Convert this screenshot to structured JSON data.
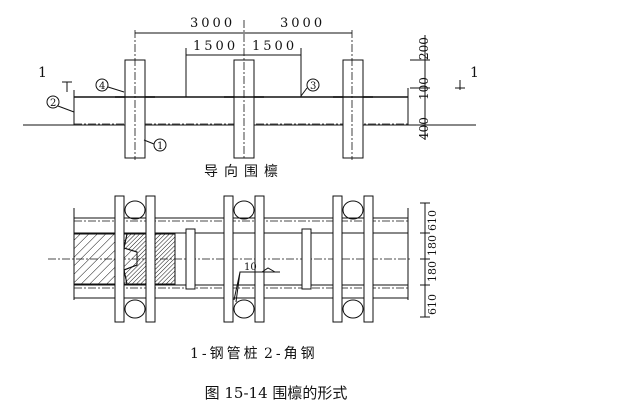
{
  "top_view": {
    "dims_top": [
      "3000",
      "3000"
    ],
    "dims_mid": [
      "1500",
      "1500"
    ],
    "dims_right": [
      "200",
      "100",
      "400"
    ],
    "section_marks": [
      "1",
      "1"
    ],
    "callouts": [
      "1",
      "2",
      "3",
      "4"
    ],
    "title": "导向围檩"
  },
  "plan_view": {
    "dims_right": [
      "610",
      "180",
      "180",
      "610"
    ],
    "weld_label": "10"
  },
  "legend": {
    "item1": "1-钢管桩",
    "item2": "2-角钢"
  },
  "caption": "图 15-14 围檩的形式"
}
